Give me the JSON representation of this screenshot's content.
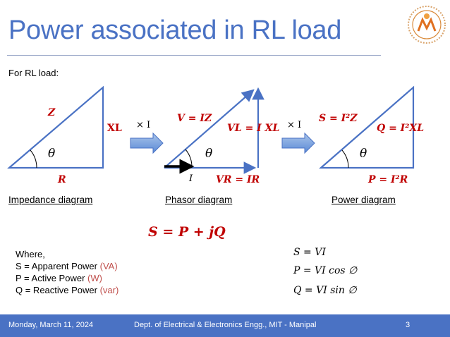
{
  "slide": {
    "title": "Power associated in RL load",
    "subtitle": "For RL load:"
  },
  "impedance": {
    "hyp": "Z",
    "side": "XL",
    "base": "R",
    "angle": "θ",
    "caption": "Impedance diagram"
  },
  "arrows": {
    "first_label": "× I",
    "second_label": "× I"
  },
  "phasor": {
    "hyp": "V = IZ",
    "side": "VL = I XL",
    "base": "VR = IR",
    "angle": "θ",
    "current": "I",
    "caption": "Phasor diagram"
  },
  "power": {
    "hyp": "S = I²Z",
    "side": "Q = I²XL",
    "base": "P = I²R",
    "angle": "θ",
    "caption": "Power diagram"
  },
  "main_equation": "S = P + jQ",
  "definitions": {
    "heading": "Where,",
    "items": [
      {
        "text": "S = Apparent Power ",
        "unit": "(VA)"
      },
      {
        "text": "P = Active Power ",
        "unit": "(W)"
      },
      {
        "text": "Q = Reactive Power ",
        "unit": "(var)"
      }
    ]
  },
  "equations": [
    "S = VI",
    "P = VI cos ∅",
    "Q = VI sin ∅"
  ],
  "footer": {
    "date": "Monday, March 11, 2024",
    "dept": "Dept. of Electrical & Electronics Engg., MIT - Manipal",
    "page": "3"
  },
  "colors": {
    "accent_blue": "#4a72c4",
    "formula_red": "#c00000",
    "unit_red": "#c0504d"
  },
  "logo_icon": "institute-seal-icon"
}
